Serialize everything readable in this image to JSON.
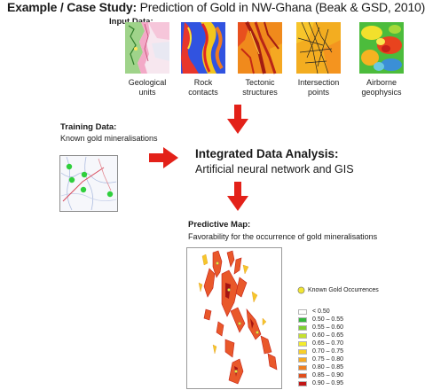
{
  "title": {
    "bold": "Example / Case Study:",
    "rest": " Prediction of Gold in NW-Ghana (Beak & GSD, 2010)"
  },
  "input_section": {
    "label": "Input Data:",
    "items": [
      {
        "line1": "Geological",
        "line2": "units",
        "icon": "geology-map-thumbnail"
      },
      {
        "line1": "Rock",
        "line2": "contacts",
        "icon": "rock-contacts-map-thumbnail"
      },
      {
        "line1": "Tectonic",
        "line2": "structures",
        "icon": "tectonic-structures-map-thumbnail"
      },
      {
        "line1": "Intersection",
        "line2": "points",
        "icon": "intersection-points-map-thumbnail"
      },
      {
        "line1": "Airborne",
        "line2": "geophysics",
        "icon": "airborne-geophysics-map-thumbnail"
      }
    ]
  },
  "training_section": {
    "label": "Training Data:",
    "description": "Known gold mineralisations",
    "icon": "training-points-map-thumbnail"
  },
  "analysis": {
    "title": "Integrated Data Analysis:",
    "subtitle": "Artificial neural network and GIS"
  },
  "predictive": {
    "label": "Predictive Map:",
    "description": "Favorability for the occurrence of gold mineralisations",
    "icon": "favorability-map"
  },
  "legend": {
    "marker_label": "Known Gold Occurrences",
    "marker_color": "#f2e634",
    "classes": [
      {
        "label": "< 0.50",
        "color": "#ffffff"
      },
      {
        "label": "0.50 – 0.55",
        "color": "#35b83d"
      },
      {
        "label": "0.55 – 0.60",
        "color": "#7fcf32"
      },
      {
        "label": "0.60 – 0.65",
        "color": "#c6e12e"
      },
      {
        "label": "0.65 – 0.70",
        "color": "#f4ec2d"
      },
      {
        "label": "0.70 – 0.75",
        "color": "#f8cf29"
      },
      {
        "label": "0.75 – 0.80",
        "color": "#f6ab25"
      },
      {
        "label": "0.80 – 0.85",
        "color": "#ef7f22"
      },
      {
        "label": "0.85 – 0.90",
        "color": "#e04e1c"
      },
      {
        "label": "0.90 – 0.95",
        "color": "#c21616"
      }
    ]
  },
  "colors": {
    "arrow": "#e32119",
    "accent_red": "#d22a1c"
  }
}
